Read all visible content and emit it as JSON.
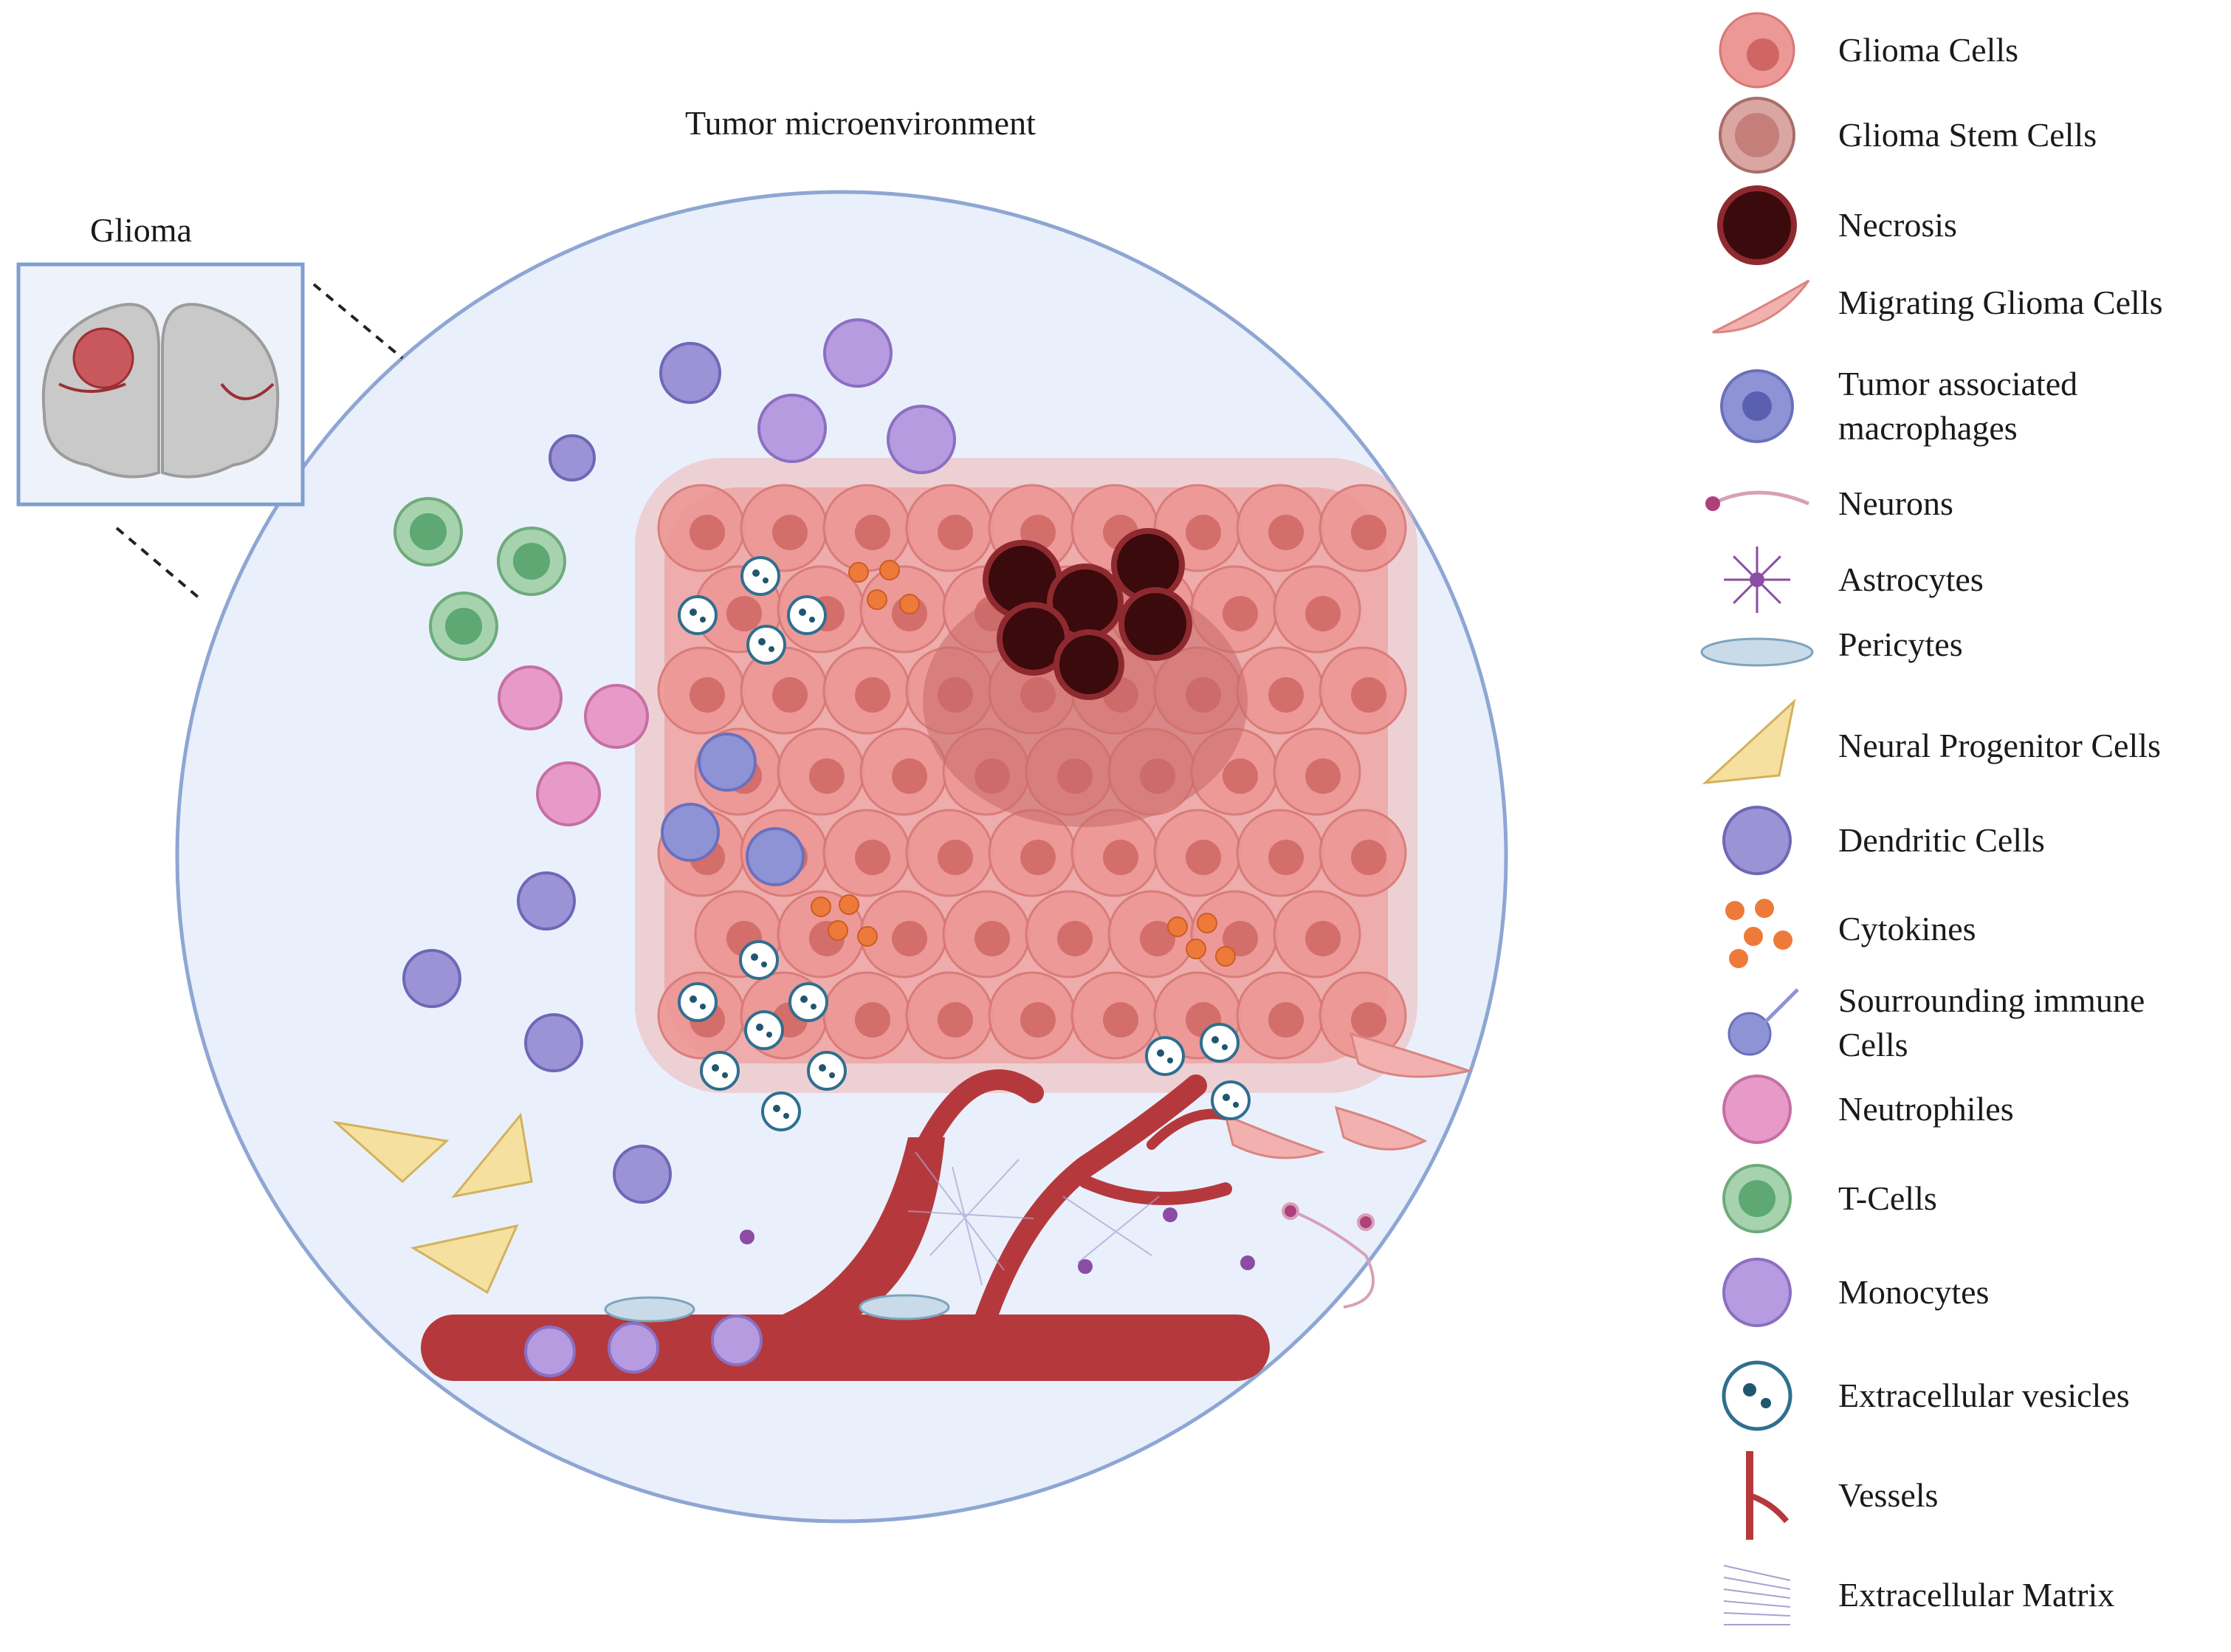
{
  "titles": {
    "main": "Tumor microenvironment",
    "inset": "Glioma"
  },
  "colors": {
    "circle_fill": "#e9f0fb",
    "circle_stroke": "#8ea6d3",
    "glioma_cell": "#e98a88",
    "necrosis": "#3b0a0c",
    "vessel": "#b5393c",
    "tam": "#8e93d6",
    "dendritic": "#9b93d6",
    "neutrophil": "#e79ac8",
    "t_cell": "#7ec08b",
    "monocyte": "#b79be0",
    "cytokine": "#ee7a3a",
    "vesicle": "#2f6f8f",
    "progenitor": "#f2d67d"
  },
  "legend": [
    {
      "icon": "glioma-cell-icon",
      "label": "Glioma Cells"
    },
    {
      "icon": "glioma-stem-cell-icon",
      "label": "Glioma Stem Cells"
    },
    {
      "icon": "necrosis-icon",
      "label": "Necrosis"
    },
    {
      "icon": "migrating-glioma-cell-icon",
      "label": "Migrating Glioma Cells"
    },
    {
      "icon": "tumor-associated-macrophage-icon",
      "label": "Tumor associated macrophages"
    },
    {
      "icon": "neuron-icon",
      "label": "Neurons"
    },
    {
      "icon": "astrocyte-icon",
      "label": "Astrocytes"
    },
    {
      "icon": "pericyte-icon",
      "label": "Pericytes"
    },
    {
      "icon": "neural-progenitor-icon",
      "label": "Neural Progenitor Cells"
    },
    {
      "icon": "dendritic-cell-icon",
      "label": "Dendritic Cells"
    },
    {
      "icon": "cytokine-icon",
      "label": "Cytokines"
    },
    {
      "icon": "surrounding-immune-cell-icon",
      "label": "Sourrounding immune Cells"
    },
    {
      "icon": "neutrophil-icon",
      "label": "Neutrophiles"
    },
    {
      "icon": "t-cell-icon",
      "label": "T-Cells"
    },
    {
      "icon": "monocyte-icon",
      "label": "Monocytes"
    },
    {
      "icon": "extracellular-vesicle-icon",
      "label": "Extracellular vesicles"
    },
    {
      "icon": "vessel-icon",
      "label": "Vessels"
    },
    {
      "icon": "extracellular-matrix-icon",
      "label": "Extracellular Matrix"
    }
  ]
}
